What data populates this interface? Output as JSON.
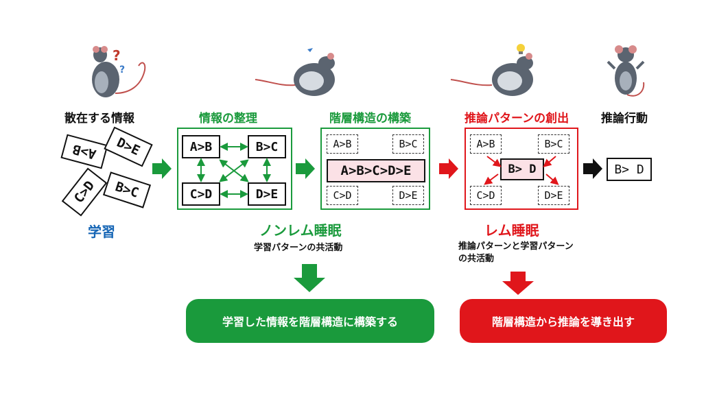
{
  "stages": {
    "scattered": "散在する情報",
    "organize": "情報の整理",
    "build": "階層構造の構築",
    "create": "推論パターンの創出",
    "action": "推論行動"
  },
  "cards": {
    "ab": "A>B",
    "bc": "B>C",
    "cd": "C>D",
    "de": "D>E",
    "chain": "A>B>C>D>E",
    "inferred": "B> D"
  },
  "labels": {
    "learning": "学習",
    "nonrem": "ノンレム睡眠",
    "nonrem_sub": "学習パターンの共活動",
    "rem": "レム睡眠",
    "rem_sub_1": "推論パターンと学習パターン",
    "rem_sub_2": "の共活動",
    "result_green": "学習した情報を階層構造に構築する",
    "result_red": "階層構造から推論を導き出す"
  },
  "colors": {
    "green": "#1a9a3c",
    "red": "#e0161b",
    "blue": "#1565b5",
    "pink": "#fbe1e6"
  },
  "icons": [
    "confused-rat-icon",
    "sleeping-rat-icon",
    "dreaming-rat-icon",
    "acting-rat-icon",
    "question-mark-icon",
    "lightbulb-icon"
  ]
}
